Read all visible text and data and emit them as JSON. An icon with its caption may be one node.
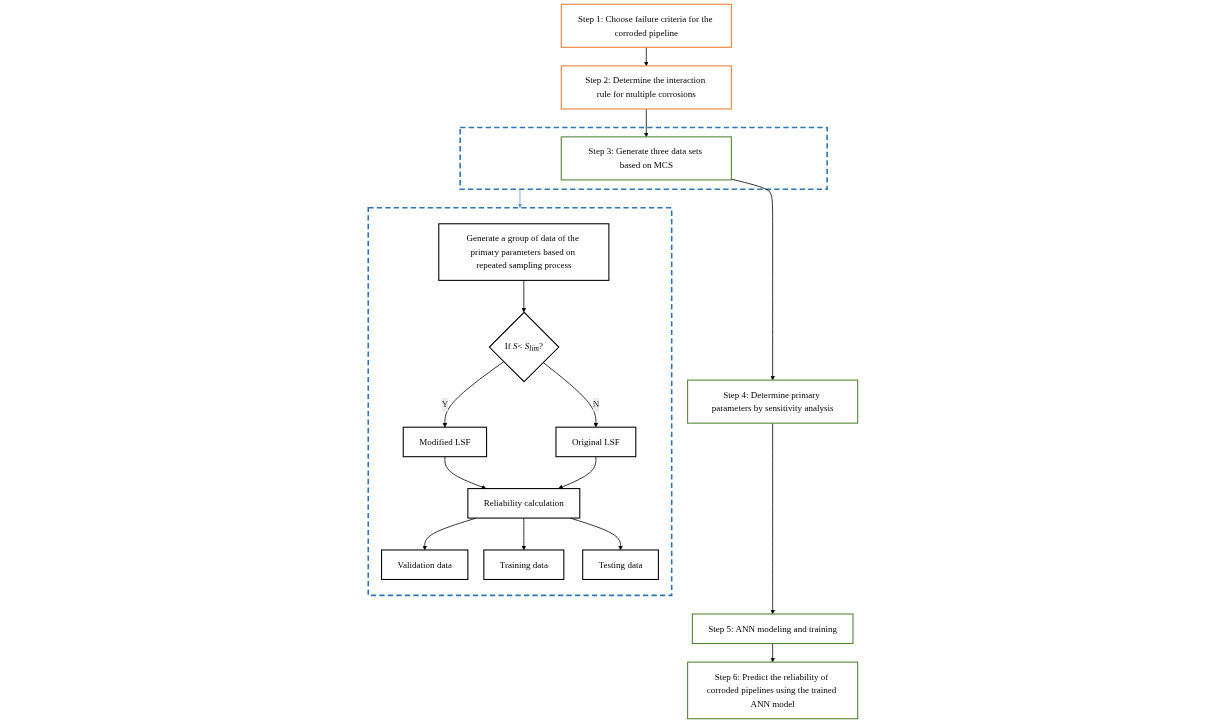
{
  "diagram": {
    "nodes": [
      {
        "text": [
          "Step 1: Choose failure criteria for the corroded pipeline"
        ]
      },
      {
        "text": [
          "Step 2: Determine the interaction rule for multiple corrosions"
        ]
      },
      {
        "text": [
          "Step 3: Generate three data sets based on MCS"
        ],
        "in": 6
      },
      {
        "text": [
          "Step 4: Determine primary parameters by sensitivity analysis"
        ]
      },
      {
        "text": [
          "Step 5: ANN modeling and training"
        ]
      },
      {
        "text": [
          "Step 6: Predict the reliability of corroded pipelines using the trained ANN model"
        ]
      },
      {
        "text": [],
        "shape": "box"
      },
      {
        "text": [],
        "shape": "box"
      },
      {
        "text": [
          "Generate a group of data of the primary parameters based on repeated sampling process"
        ],
        "in": 7
      },
      {
        "text": [
          "If *S*< *S*$_{lim}$?"
        ],
        "in": 7
      },
      {
        "text": [
          "Modified LSF"
        ],
        "in": 7
      },
      {
        "text": [
          "Original LSF"
        ],
        "in": 7
      },
      {
        "text": [
          "Reliability calculation"
        ],
        "in": 7
      },
      {
        "text": [
          "Validation data"
        ],
        "in": 7
      },
      {
        "text": [
          "Training data"
        ],
        "in": 7
      },
      {
        "text": [
          "Testing data"
        ],
        "in": 7
      }
    ],
    "edges": [
      {
        "from": 0,
        "to": 1,
        "arrow": "to"
      },
      {
        "from": 1,
        "to": 2,
        "arrow": "to"
      },
      {
        "from": 2,
        "to": 3,
        "arrow": "to"
      },
      {
        "from": 3,
        "to": 4,
        "arrow": "to"
      },
      {
        "from": 4,
        "to": 5,
        "arrow": "to"
      },
      {
        "from": 6,
        "to": 7,
        "arrow": "to",
        "color": "#5b9bd5"
      },
      {
        "from": 8,
        "to": 9,
        "arrow": "to"
      },
      {
        "from": 9,
        "to": 10,
        "arrow": "to",
        "label": "Y"
      },
      {
        "from": 9,
        "to": 11,
        "arrow": "to",
        "label": "N"
      },
      {
        "from": 10,
        "to": 12,
        "arrow": "to"
      },
      {
        "from": 11,
        "to": 12,
        "arrow": "to"
      },
      {
        "from": 12,
        "to": 13,
        "arrow": "to"
      },
      {
        "from": 12,
        "to": 14,
        "arrow": "to"
      },
      {
        "from": 12,
        "to": 15,
        "arrow": "to"
      }
    ]
  }
}
